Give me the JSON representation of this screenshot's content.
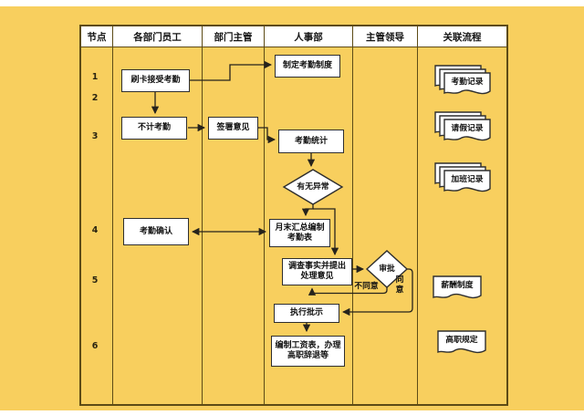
{
  "colors": {
    "background": "#f8cf5e",
    "lane_border": "#5d4b16",
    "shape_fill": "#ffffff",
    "shape_border": "#2e2e2e",
    "edge": "#26231c",
    "text": "#111111"
  },
  "table": {
    "headers": [
      "节点",
      "各部门员工",
      "部门主管",
      "人事部",
      "主管领导",
      "关联流程"
    ]
  },
  "nodes": {
    "labels": [
      "1",
      "2",
      "3",
      "4",
      "5",
      "6"
    ]
  },
  "flow": {
    "swipe": "刷卡接受考勤",
    "policy": "制定考勤制度",
    "skip": "不计考勤",
    "sign": "签署意见",
    "stats": "考勤统计",
    "monthly": "月末汇总编制考勤表",
    "confirm": "考勤确认",
    "investigate": "调查事实并提出处理意见",
    "execute": "执行批示",
    "payroll": "编制工资表，办理高职辞退等"
  },
  "decision": {
    "anomaly": "有无异常",
    "approval": "审批"
  },
  "branch": {
    "disagree": "不同意",
    "agree": "同意"
  },
  "docs": {
    "attendance": "考勤记录",
    "leave": "请假记录",
    "overtime": "加班记录",
    "salary": "薪酬制度",
    "senior": "高职规定"
  }
}
